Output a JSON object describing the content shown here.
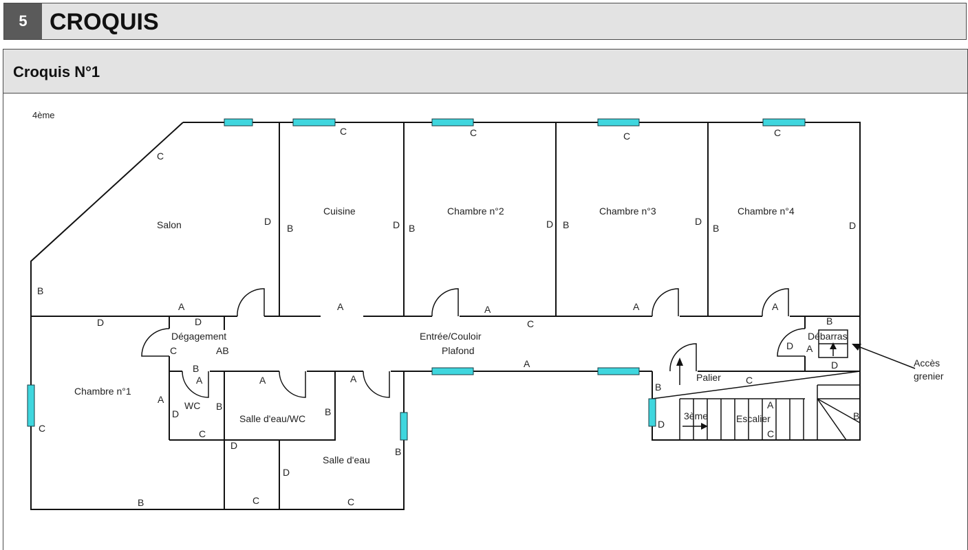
{
  "section": {
    "number": "5",
    "title": "CROQUIS"
  },
  "sketch": {
    "title": "Croquis N°1"
  },
  "plan": {
    "floor_label": "4ème",
    "window_color": "#3fd6de",
    "rooms": {
      "salon": "Salon",
      "cuisine": "Cuisine",
      "chambre2": "Chambre n°2",
      "chambre3": "Chambre n°3",
      "chambre4": "Chambre n°4",
      "chambre1": "Chambre n°1",
      "degagement": "Dégagement",
      "entree": "Entrée/Couloir",
      "plafond": "Plafond",
      "wc": "WC",
      "salle_eau_wc": "Salle d'eau/WC",
      "salle_eau": "Salle d'eau",
      "palier": "Palier",
      "escalier": "Escalier",
      "troisieme": "3ème",
      "debarras": "Débarras",
      "acces": "Accès",
      "grenier": "grenier"
    },
    "wall_letters": {
      "a": "A",
      "b": "B",
      "c": "C",
      "d": "D",
      "ab": "AB"
    }
  }
}
